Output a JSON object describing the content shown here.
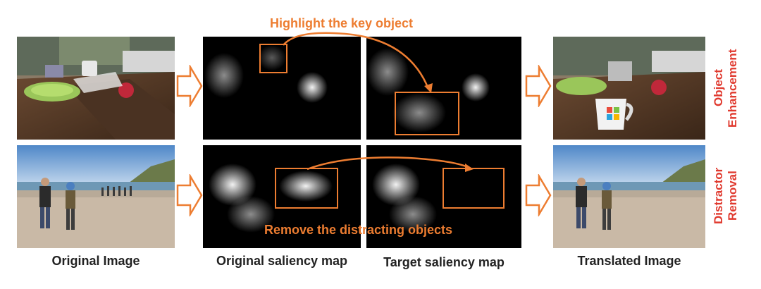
{
  "annotations": {
    "top": "Highlight the key object",
    "bottom": "Remove the distracting objects"
  },
  "captions": {
    "original_image": "Original Image",
    "original_saliency": "Original saliency map",
    "target_saliency": "Target saliency map",
    "translated_image": "Translated Image"
  },
  "side_labels": {
    "top_line1": "Object",
    "top_line2": "Enhancement",
    "bottom_line1": "Distractor",
    "bottom_line2": "Removal"
  },
  "colors": {
    "accent": "#ED7D31",
    "side_label": "#E03A2F"
  }
}
